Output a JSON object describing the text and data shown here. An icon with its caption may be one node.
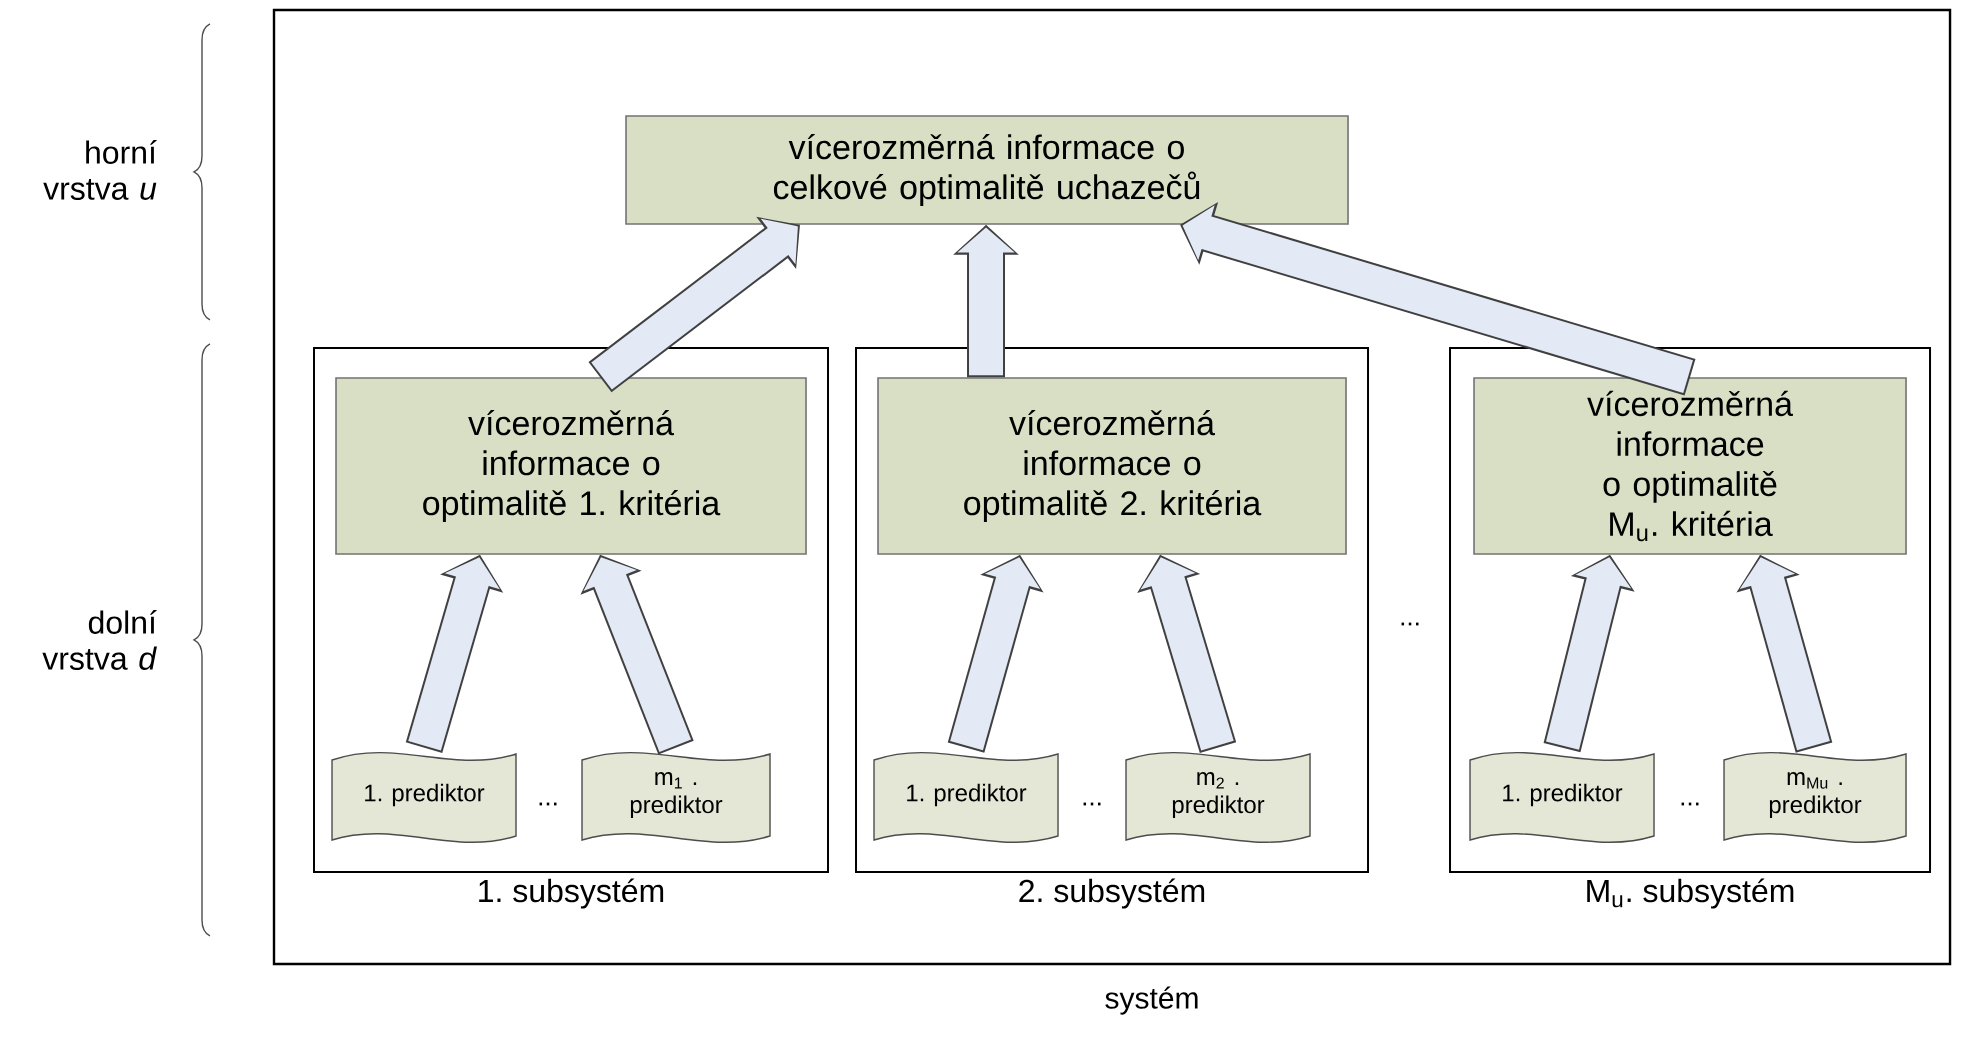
{
  "diagram": {
    "nodes": [
      {
        "text": [
          "systém"
        ]
      },
      {
        "text": [
          "vícerozměrná informace o celkové optimalitě uchazečů"
        ],
        "in": 0
      },
      {
        "text": [
          "1. subsystém"
        ],
        "in": 0
      },
      {
        "text": [
          "vícerozměrná informace o optimalitě 1. kritéria"
        ],
        "in": 2
      },
      {
        "text": [
          "1. prediktor"
        ],
        "in": 2
      },
      {
        "text": [
          "m$_{1}$ . prediktor"
        ],
        "in": 2
      },
      {
        "text": [
          "2. subsystém"
        ],
        "in": 0
      },
      {
        "text": [
          "vícerozměrná informace o optimalitě 2. kritéria"
        ],
        "in": 6
      },
      {
        "text": [
          "1. prediktor"
        ],
        "in": 6
      },
      {
        "text": [
          "m$_{2}$ . prediktor"
        ],
        "in": 6
      },
      {
        "text": [
          "M$_{u}$. subsystém"
        ],
        "in": 0
      },
      {
        "text": [
          "vícerozměrná informace o optimalitě M$_{u}$. kritéria"
        ],
        "in": 10
      },
      {
        "text": [
          "1. prediktor"
        ],
        "in": 10
      },
      {
        "text": [
          "m$_{Mu}$ . prediktor"
        ],
        "in": 10
      }
    ],
    "edges": [
      {
        "from": 4,
        "to": 3,
        "arrow": "to"
      },
      {
        "from": 5,
        "to": 3,
        "arrow": "to"
      },
      {
        "from": 8,
        "to": 7,
        "arrow": "to"
      },
      {
        "from": 9,
        "to": 7,
        "arrow": "to"
      },
      {
        "from": 12,
        "to": 11,
        "arrow": "to"
      },
      {
        "from": 13,
        "to": 11,
        "arrow": "to"
      },
      {
        "from": 3,
        "to": 1,
        "arrow": "to"
      },
      {
        "from": 7,
        "to": 1,
        "arrow": "to"
      },
      {
        "from": 11,
        "to": 1,
        "arrow": "to"
      }
    ],
    "labels": [
      "horní vrstva *u*",
      "dolní vrstva *d*",
      "...",
      "...",
      "...",
      "..."
    ]
  }
}
